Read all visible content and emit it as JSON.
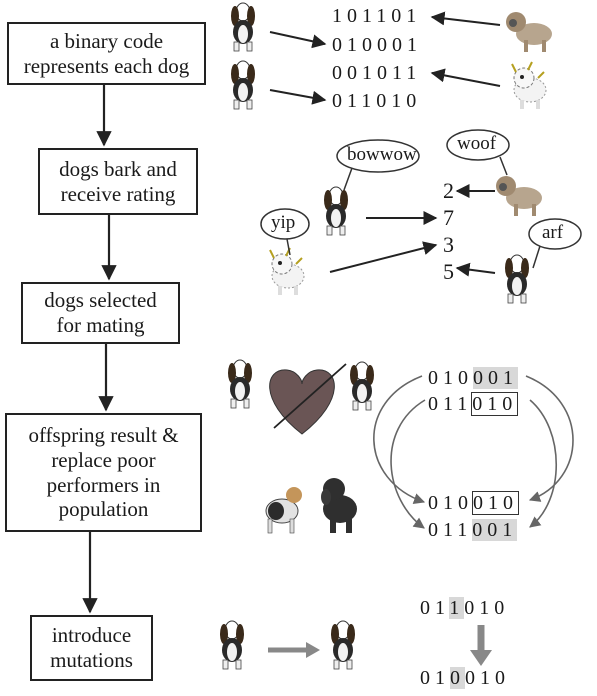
{
  "steps": [
    "a binary code\nrepresents each dog",
    "dogs bark and\nreceive rating",
    "dogs selected\nfor mating",
    "offspring result &\nreplace poor\nperformers in\npopulation",
    "introduce\nmutations"
  ],
  "codes": [
    "101101",
    "010001",
    "001011",
    "011010"
  ],
  "barks": [
    "bowwow",
    "woof",
    "yip",
    "arf"
  ],
  "ratings": [
    "2",
    "7",
    "3",
    "5"
  ],
  "crossover": {
    "parent1": {
      "keep": "010",
      "swap": "001"
    },
    "parent2": {
      "keep": "011",
      "swap": "010"
    },
    "child1": {
      "keep": "010",
      "swap": "010"
    },
    "child2": {
      "keep": "011",
      "swap": "001"
    }
  },
  "mutation": {
    "before": {
      "pre": "01",
      "bit": "1",
      "post": "010"
    },
    "after": {
      "pre": "01",
      "bit": "0",
      "post": "010"
    }
  },
  "colors": {
    "ink": "#222222",
    "highlight": "#d8d8d8",
    "arrow_gray": "#888888",
    "crossover_arrow": "#666666"
  }
}
